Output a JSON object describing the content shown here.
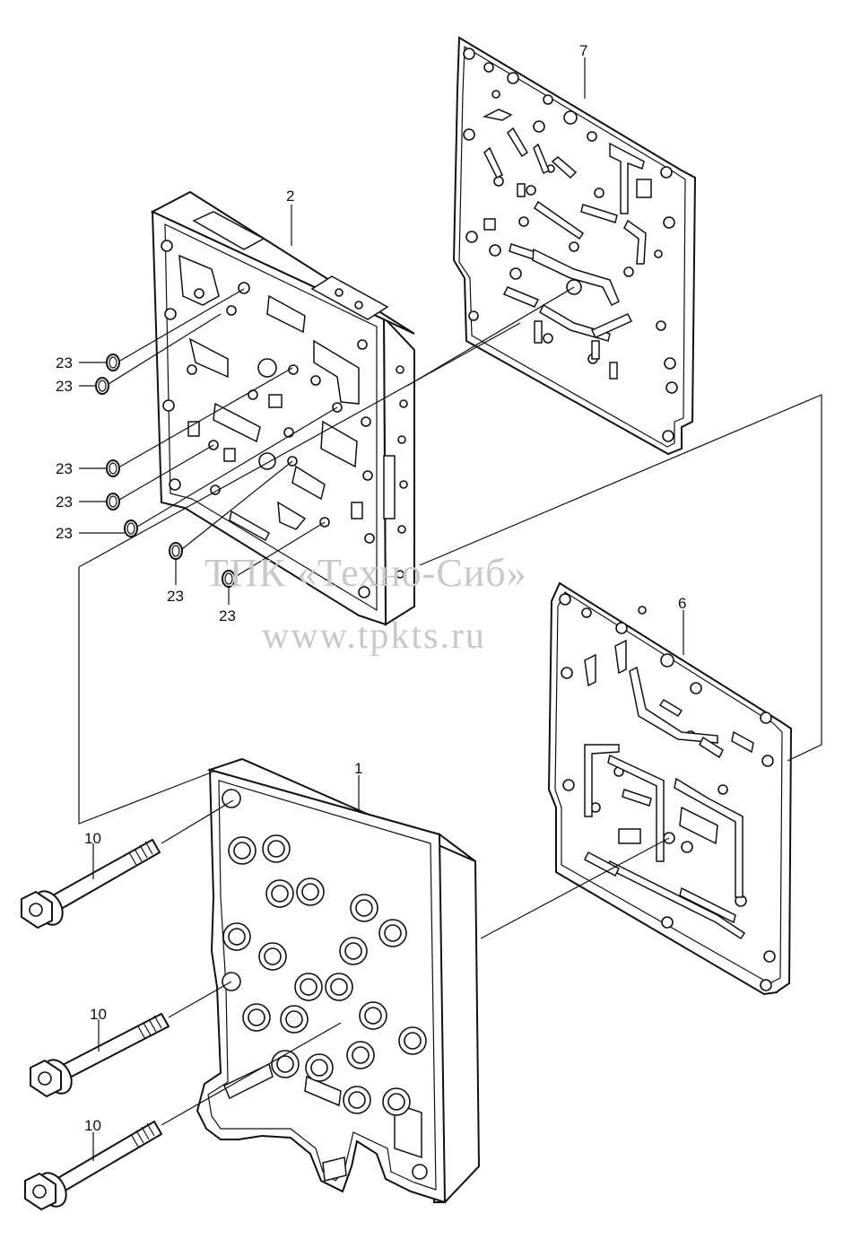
{
  "callouts": {
    "p1": "1",
    "p2": "2",
    "p6": "6",
    "p7": "7",
    "p10": "10",
    "p23": "23"
  },
  "watermark": {
    "line1": "ТПК «Техно-Сиб»",
    "line2": "www.tpkts.ru"
  }
}
